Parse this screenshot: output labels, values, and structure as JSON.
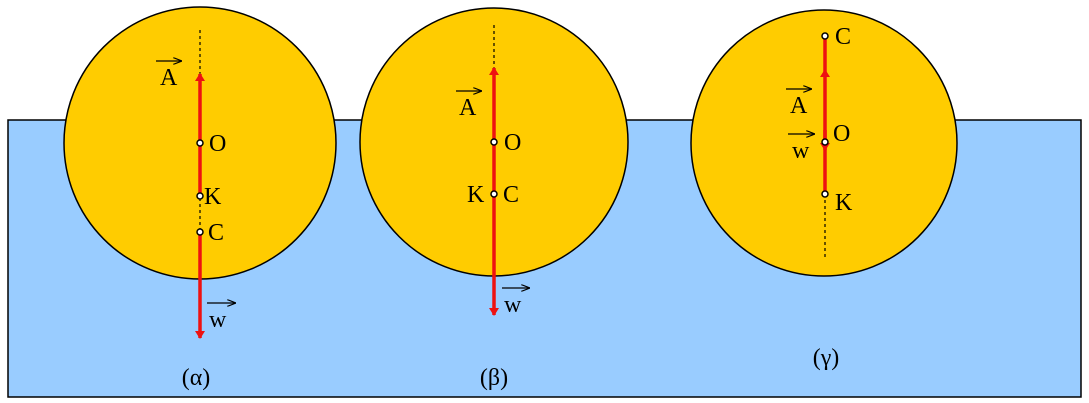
{
  "colors": {
    "water_fill": "#99ccff",
    "sphere_fill": "#ffcc00",
    "arrow": "#ee1111",
    "outline": "#000000"
  },
  "panels": [
    {
      "caption": "(α)",
      "force_up": "A",
      "force_down": "w",
      "points": {
        "O": "O",
        "K": "K",
        "C": "C"
      }
    },
    {
      "caption": "(β)",
      "force_up": "A",
      "force_down": "w",
      "points": {
        "O": "O",
        "K": "K",
        "C": "C"
      }
    },
    {
      "caption": "(γ)",
      "force_up": "A",
      "force_down": "w",
      "points": {
        "C": "C",
        "O": "O",
        "K": "K"
      }
    }
  ]
}
